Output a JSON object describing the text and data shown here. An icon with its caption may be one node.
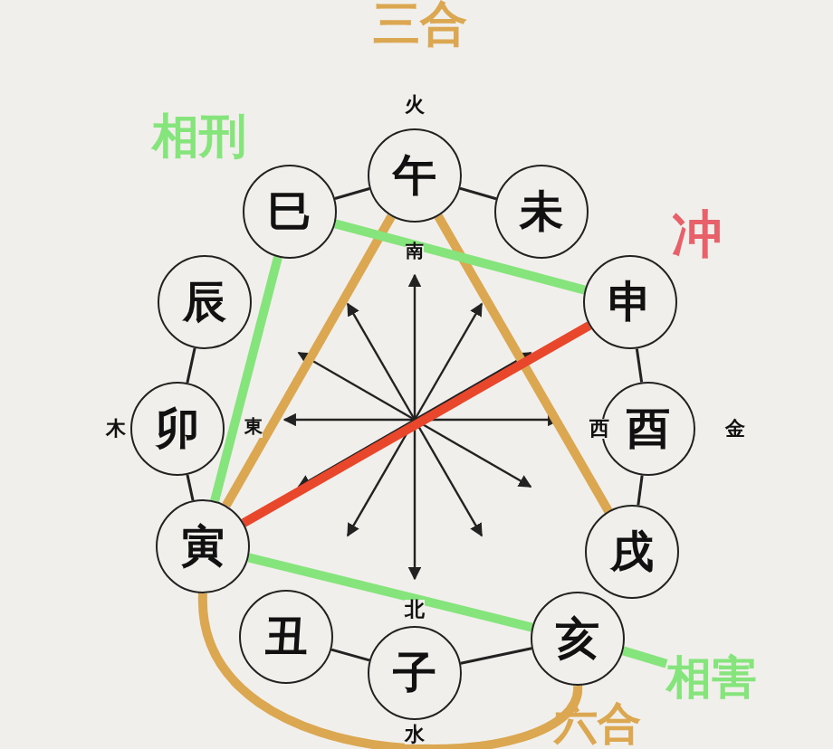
{
  "diagram": {
    "nodes": [
      {
        "text": [
          "午"
        ]
      },
      {
        "text": [
          "巳"
        ]
      },
      {
        "text": [
          "未"
        ]
      },
      {
        "text": [
          "辰"
        ]
      },
      {
        "text": [
          "申"
        ]
      },
      {
        "text": [
          "卯"
        ]
      },
      {
        "text": [
          "酉"
        ]
      },
      {
        "text": [
          "寅"
        ]
      },
      {
        "text": [
          "戌"
        ]
      },
      {
        "text": [
          "丑"
        ]
      },
      {
        "text": [
          "亥"
        ]
      },
      {
        "text": [
          "子"
        ]
      },
      {
        "text": [
          "相害"
        ]
      }
    ],
    "edges": [
      {
        "from": 1,
        "to": 0,
        "arrow": "none"
      },
      {
        "from": 0,
        "to": 2,
        "arrow": "none"
      },
      {
        "from": 3,
        "to": 5,
        "arrow": "none"
      },
      {
        "from": 5,
        "to": 7,
        "arrow": "none"
      },
      {
        "from": 4,
        "to": 6,
        "arrow": "none"
      },
      {
        "from": 6,
        "to": 8,
        "arrow": "none"
      },
      {
        "from": 9,
        "to": 11,
        "arrow": "none"
      },
      {
        "from": 11,
        "to": 10,
        "arrow": "none"
      },
      {
        "from": 0,
        "to": 7,
        "arrow": "none",
        "style": "thick",
        "color": "#dba750"
      },
      {
        "from": 0,
        "to": 8,
        "arrow": "none",
        "style": "thick",
        "color": "#dba750"
      },
      {
        "from": 7,
        "to": 10,
        "arrow": "none",
        "style": "thick",
        "color": "#dba750"
      },
      {
        "from": 7,
        "to": 4,
        "arrow": "none",
        "style": "thick",
        "color": "#e8472c"
      },
      {
        "from": 1,
        "to": 4,
        "arrow": "none",
        "style": "thick",
        "color": "#86e47c"
      },
      {
        "from": 1,
        "to": 7,
        "arrow": "none",
        "style": "thick",
        "color": "#86e47c"
      },
      {
        "from": 7,
        "to": 10,
        "arrow": "none",
        "style": "thick",
        "color": "#86e47c"
      },
      {
        "from": 10,
        "to": 12,
        "arrow": "none",
        "style": "thick",
        "color": "#86e47c"
      }
    ],
    "labels": [
      "三合",
      "火",
      "相刑",
      "冲",
      "南",
      "木",
      "東",
      "西",
      "金",
      "北",
      "六合",
      "水"
    ]
  }
}
